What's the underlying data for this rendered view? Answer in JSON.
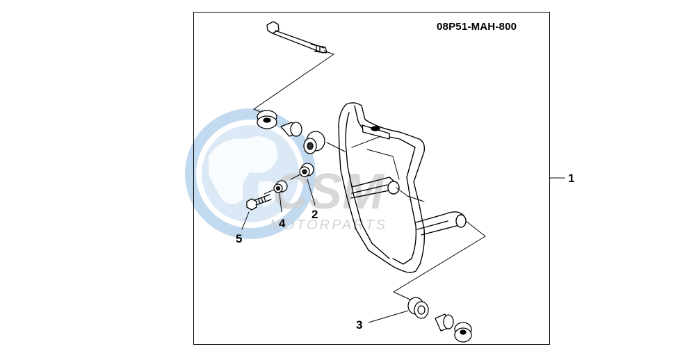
{
  "diagram": {
    "part_code": "08P51-MAH-800",
    "callouts": [
      {
        "id": "1",
        "label": "1"
      },
      {
        "id": "2",
        "label": "2"
      },
      {
        "id": "3",
        "label": "3"
      },
      {
        "id": "4",
        "label": "4"
      },
      {
        "id": "5",
        "label": "5"
      }
    ],
    "watermark": {
      "logo_text": "CSM",
      "sub_text": "MOTORPARTS",
      "globe_color": "#bcd7ee",
      "text_color": "#cfcfcf"
    }
  }
}
